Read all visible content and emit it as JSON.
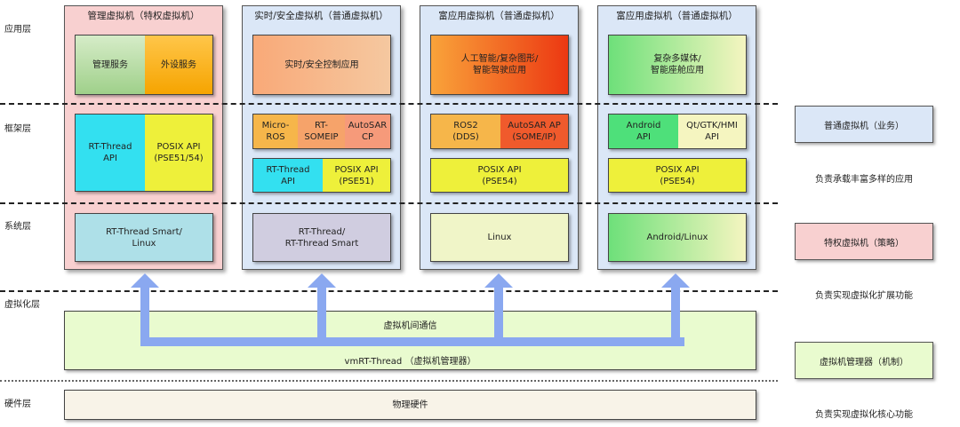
{
  "layers": {
    "app": "应用层",
    "framework": "框架层",
    "system": "系统层",
    "virtualization": "虚拟化层",
    "hardware": "硬件层"
  },
  "vms": [
    {
      "title": "管理虚拟机（特权虚拟机）",
      "app": [
        "管理服务",
        "外设服务"
      ],
      "framework": [
        "RT-Thread\nAPI",
        "POSIX API\n(PSE51/54)"
      ],
      "system": "RT-Thread Smart/\nLinux"
    },
    {
      "title": "实时/安全虚拟机（普通虚拟机）",
      "app": "实时/安全控制应用",
      "framework_top": [
        "Micro-\nROS",
        "RT-\nSOMEIP",
        "AutoSAR\nCP"
      ],
      "framework_bottom": [
        "RT-Thread\nAPI",
        "POSIX API\n(PSE51)"
      ],
      "system": "RT-Thread/\nRT-Thread Smart"
    },
    {
      "title": "富应用虚拟机（普通虚拟机）",
      "app": "人工智能/复杂图形/\n智能驾驶应用",
      "framework_top": [
        "ROS2\n(DDS)",
        "AutoSAR AP\n(SOME/IP)"
      ],
      "framework_bottom": "POSIX API\n(PSE54)",
      "system": "Linux"
    },
    {
      "title": "富应用虚拟机（普通虚拟机）",
      "app": "复杂多媒体/\n智能座舱应用",
      "framework_top": [
        "Android\nAPI",
        "Qt/GTK/HMI\nAPI"
      ],
      "framework_bottom": "POSIX API\n(PSE54)",
      "system": "Android/Linux"
    }
  ],
  "hypervisor": {
    "comm": "虚拟机间通信",
    "name": "vmRT-Thread （虚拟机管理器）"
  },
  "hardware": "物理硬件",
  "legend": {
    "normal_vm": "普通虚拟机（业务）",
    "normal_desc": "负责承载丰富多样的应用",
    "privileged_vm": "特权虚拟机（策略）",
    "privileged_desc": "负责实现虚拟化扩展功能",
    "vmm": "虚拟机管理器（机制）",
    "vmm_desc": "负责实现虚拟化核心功能"
  },
  "colors": {
    "privileged_bg": "#f8d0d0",
    "normal_bg": "#dbe7f7",
    "hypervisor_bg": "#e9fbcf",
    "hardware_bg": "#f8f3e8",
    "arrow": "#8aa8f0"
  }
}
